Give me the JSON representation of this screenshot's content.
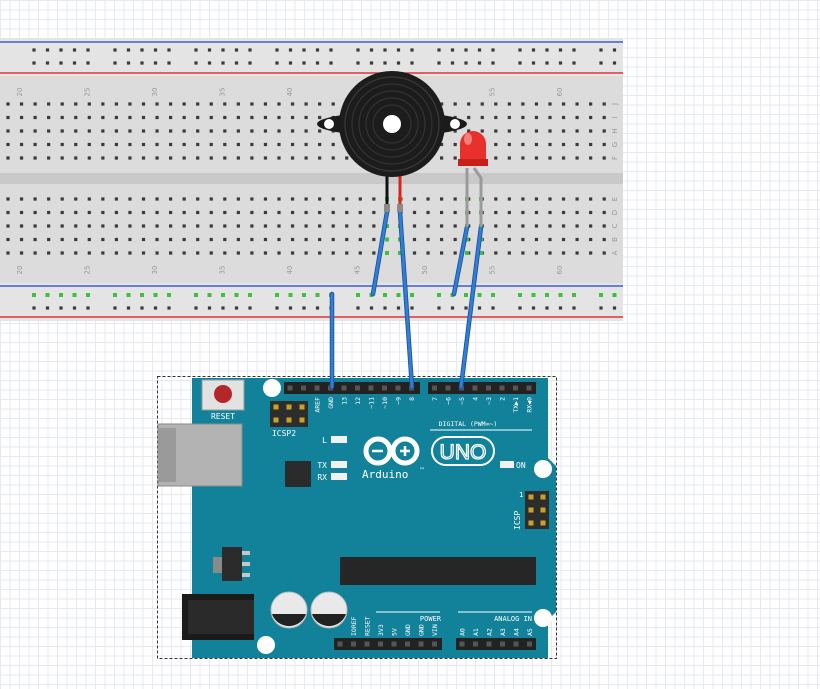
{
  "breadboard": {
    "column_numbers": [
      "20",
      "25",
      "30",
      "35",
      "40",
      "45",
      "50",
      "55",
      "60"
    ],
    "row_letters_top": [
      "J",
      "I",
      "H",
      "G",
      "F"
    ],
    "row_letters_bottom": [
      "E",
      "D",
      "C",
      "B",
      "A"
    ]
  },
  "arduino": {
    "reset_label": "RESET",
    "icsp2_label": "ICSP2",
    "led_l_label": "L",
    "tx_label": "TX",
    "rx_label": "RX",
    "on_label": "ON",
    "brand_name": "Arduino",
    "trademark": "™",
    "model": "UNO",
    "digital_label": "DIGITAL (PWM=~)",
    "icsp_label": "ICSP",
    "icsp_pin1": "1",
    "power_label": "POWER",
    "analog_label": "ANALOG IN",
    "digital_pins_left": [
      "AREF",
      "GND",
      "13",
      "12",
      "~11",
      "~10",
      "~9",
      "8"
    ],
    "digital_pins_right": [
      "7",
      "~6",
      "~5",
      "4",
      "~3",
      "2",
      "TX▶1",
      "RX◀0"
    ],
    "power_pins": [
      "IOREF",
      "RESET",
      "3V3",
      "5V",
      "GND",
      "GND",
      "VIN"
    ],
    "analog_pins": [
      "A0",
      "A1",
      "A2",
      "A3",
      "A4",
      "A5"
    ]
  },
  "colors": {
    "board_blue": "#12829a",
    "wire_blue": "#2f7fd8",
    "led_red": "#e8302c",
    "rail_red": "#d9363e",
    "rail_blue": "#3c5fd6"
  },
  "connections": [
    {
      "from": "buzzer-black-lead",
      "to": "GND rail"
    },
    {
      "from": "buzzer-red-lead",
      "to": "pin 8"
    },
    {
      "from": "led-cathode",
      "to": "GND rail"
    },
    {
      "from": "led-anode",
      "to": "pin ~5"
    },
    {
      "from": "GND rail",
      "to": "GND"
    }
  ]
}
